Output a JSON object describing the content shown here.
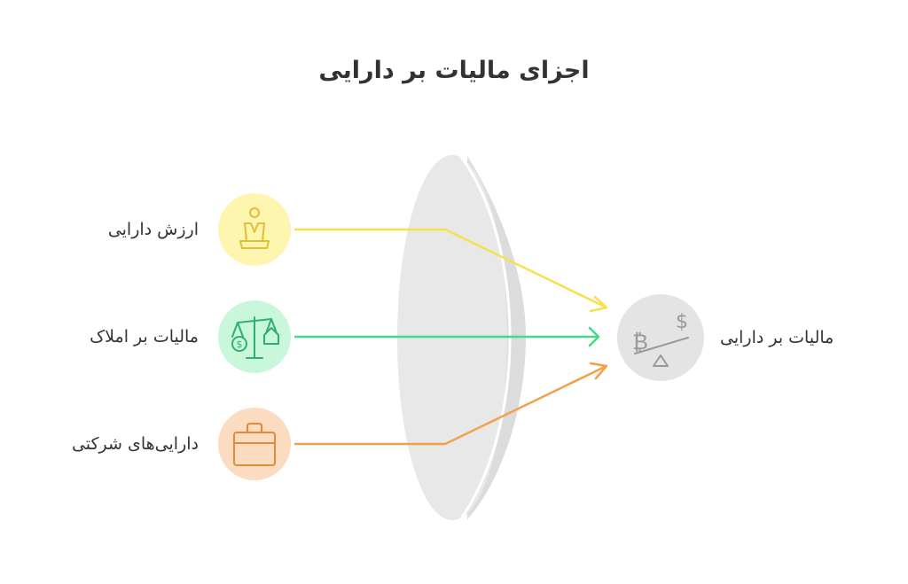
{
  "title": "اجزای مالیات بر دارایی",
  "inputs": [
    {
      "label": "ارزش دارایی",
      "icon": "wealth-person-icon",
      "color": "#f5e14b",
      "fill": "#fdf5b0"
    },
    {
      "label": "مالیات بر املاک",
      "icon": "property-scale-icon",
      "color": "#45d98b",
      "fill": "#c9f7dc"
    },
    {
      "label": "دارایی‌های شرکتی",
      "icon": "briefcase-icon",
      "color": "#f2a04a",
      "fill": "#fcdcc0"
    }
  ],
  "output": {
    "label": "مالیات بر دارایی",
    "icon": "crypto-balance-icon",
    "color": "#999999",
    "fill": "#e4e4e4"
  },
  "lens_color": "#e8e8e8"
}
